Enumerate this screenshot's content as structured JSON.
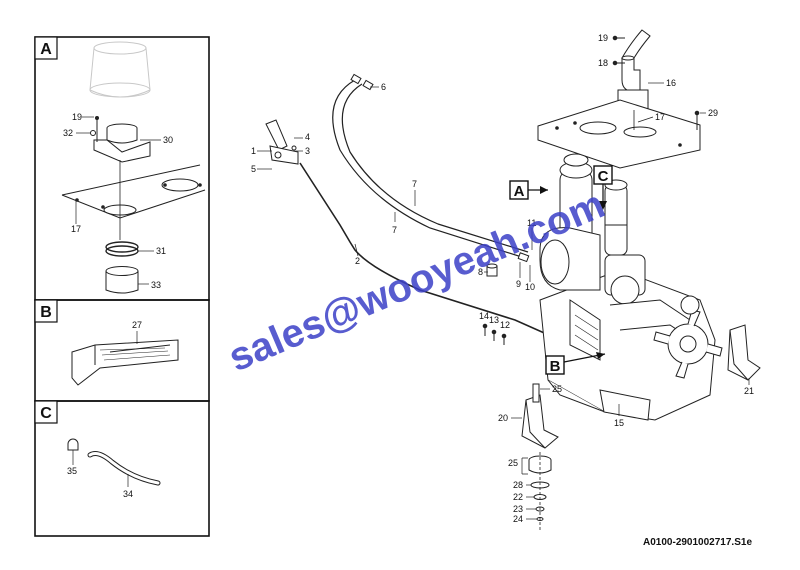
{
  "diagram": {
    "reference_code": "A0100-2901002717.S1e",
    "watermark": "sales@wooyeah.com",
    "panels": [
      {
        "letter": "A",
        "labels": [
          "19",
          "32",
          "30",
          "17",
          "31",
          "33"
        ]
      },
      {
        "letter": "B",
        "labels": [
          "27"
        ]
      },
      {
        "letter": "C",
        "labels": [
          "35",
          "34"
        ]
      }
    ],
    "callouts": [
      "A",
      "B",
      "C"
    ],
    "part_labels": [
      "1",
      "2",
      "3",
      "4",
      "5",
      "6",
      "7",
      "7",
      "8",
      "9",
      "10",
      "11",
      "12",
      "13",
      "14",
      "15",
      "16",
      "17",
      "18",
      "19",
      "20",
      "21",
      "22",
      "23",
      "24",
      "25",
      "25",
      "28",
      "29"
    ]
  }
}
